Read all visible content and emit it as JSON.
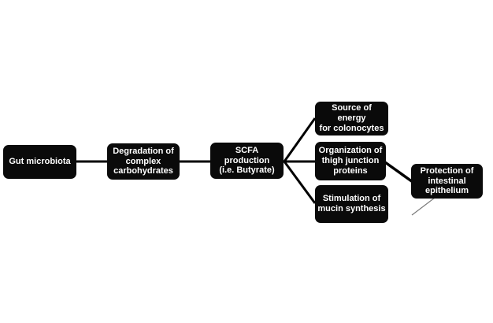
{
  "diagram": {
    "title": "Gut microbiota SCFA pathway flowchart",
    "colors": {
      "background": "#ffffff",
      "node_fill": "#0a0a0a",
      "node_text": "#ffffff",
      "connector": "#000000",
      "thin_connector": "#7a7a7a"
    },
    "nodes": {
      "gut": {
        "label": "Gut microbiota"
      },
      "degradation": {
        "label": "Degradation of\ncomplex\ncarbohydrates"
      },
      "scfa": {
        "label": "SCFA production\n(i.e. Butyrate)"
      },
      "energy": {
        "label": "Source of energy\nfor colonocytes"
      },
      "organization": {
        "label": "Organization of\nthigh junction\nproteins"
      },
      "stimulation": {
        "label": "Stimulation of\nmucin synthesis"
      },
      "protection": {
        "label": "Protection of\nintestinal\nepithelium"
      }
    },
    "edges": [
      {
        "from": "gut",
        "to": "degradation"
      },
      {
        "from": "degradation",
        "to": "scfa"
      },
      {
        "from": "scfa",
        "to": "energy"
      },
      {
        "from": "scfa",
        "to": "organization"
      },
      {
        "from": "scfa",
        "to": "stimulation"
      },
      {
        "from": "organization",
        "to": "protection"
      },
      {
        "from": "protection",
        "to": "callout-tail"
      }
    ]
  }
}
